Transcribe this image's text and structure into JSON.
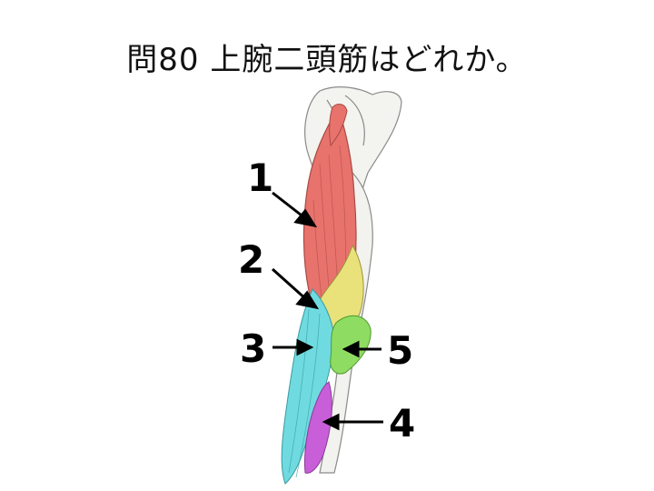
{
  "question": "問80 上腕二頭筋はどれか。",
  "labels": [
    "1",
    "2",
    "3",
    "4",
    "5"
  ],
  "colors": {
    "muscle_1": "#e8736c",
    "muscle_2": "#e9e27a",
    "muscle_3": "#6fdbe0",
    "muscle_4": "#c85ed8",
    "muscle_5": "#8fdc63",
    "bone": "#f2f2ee",
    "outline": "#888888"
  }
}
